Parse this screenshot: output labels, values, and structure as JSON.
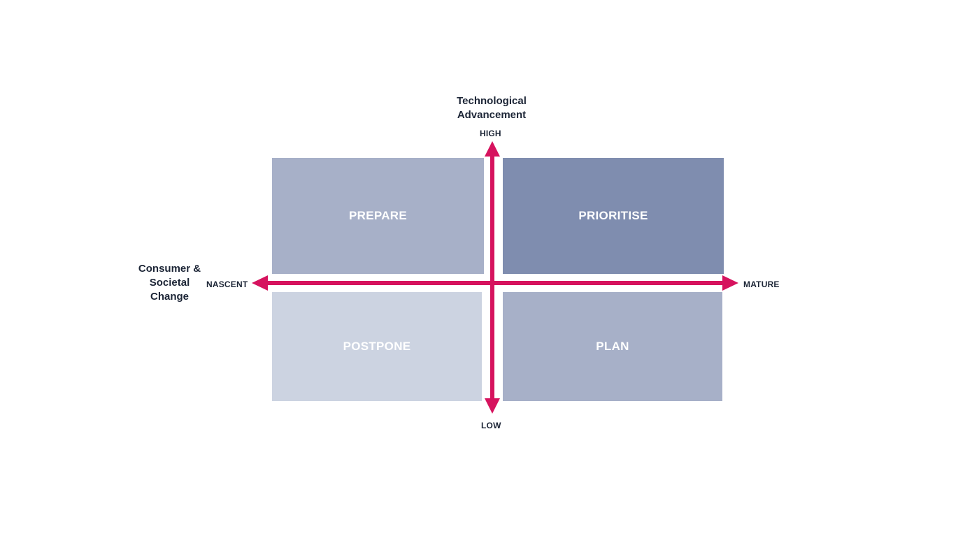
{
  "quadrants": {
    "prepare": {
      "label": "PREPARE",
      "color": "#a7b0c8"
    },
    "prioritise": {
      "label": "PRIORITISE",
      "color": "#7f8daf"
    },
    "postpone": {
      "label": "POSTPONE",
      "color": "#ccd3e1"
    },
    "plan": {
      "label": "PLAN",
      "color": "#a7b0c8"
    }
  },
  "axes": {
    "vertical": {
      "title": "Technological Advancement",
      "high": "HIGH",
      "low": "LOW"
    },
    "horizontal": {
      "title": "Consumer & Societal Change",
      "start": "NASCENT",
      "end": "MATURE"
    },
    "arrow_color": "#d6135e"
  }
}
